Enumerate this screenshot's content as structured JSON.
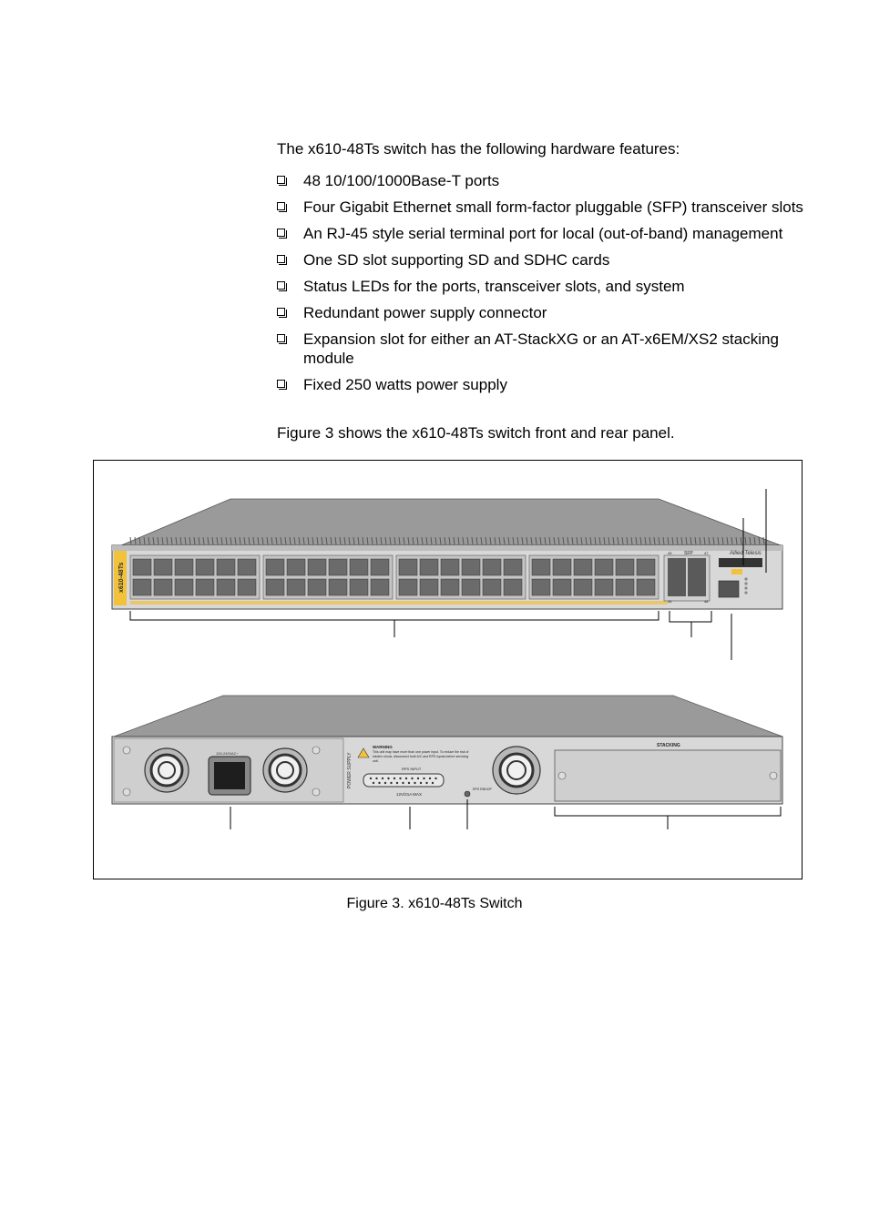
{
  "intro_text": "The x610-48Ts switch has the following hardware features:",
  "features": [
    "48 10/100/1000Base-T ports",
    "Four Gigabit Ethernet small form-factor pluggable (SFP) transceiver slots",
    "An RJ-45 style serial terminal port for local (out-of-band) management",
    "One SD slot supporting SD and SDHC cards",
    "Status LEDs for the ports, transceiver slots, and system",
    "Redundant power supply connector",
    "Expansion slot for either an AT-StackXG or an AT-x6EM/XS2 stacking module",
    "Fixed 250 watts power supply"
  ],
  "figure_reference": "Figure 3 shows the x610-48Ts switch front and rear panel.",
  "figure": {
    "caption": "Figure 3. x610-48Ts Switch",
    "front_panel": {
      "model_label": "x610-48Ts",
      "brand_label": "Allied Telesis",
      "sfp_label": "SFP",
      "sfp_port_numbers": [
        "45",
        "47",
        "46",
        "48"
      ]
    },
    "rear_panel": {
      "ac_label": "100-240VAC~",
      "power_supply_label": "POWER SUPPLY",
      "warning_title": "WARNING",
      "warning_text_1": "This unit may have more than one power input. To reduce the risk of",
      "warning_text_2": "electric shock, disconnect both A/C and RPS inputs before servicing",
      "warning_text_3": "unit.",
      "rps_input_label": "RPS INPUT",
      "rps_rating_label": "12V/21A MAX",
      "rps_rboop_label": "RPS RBOOP",
      "stacking_label": "STACKING"
    },
    "colors": {
      "chassis": "#8e8e8e",
      "panel": "#d9d9d9",
      "accent_yellow": "#f2c23a",
      "port": "#6b6b6b"
    }
  }
}
